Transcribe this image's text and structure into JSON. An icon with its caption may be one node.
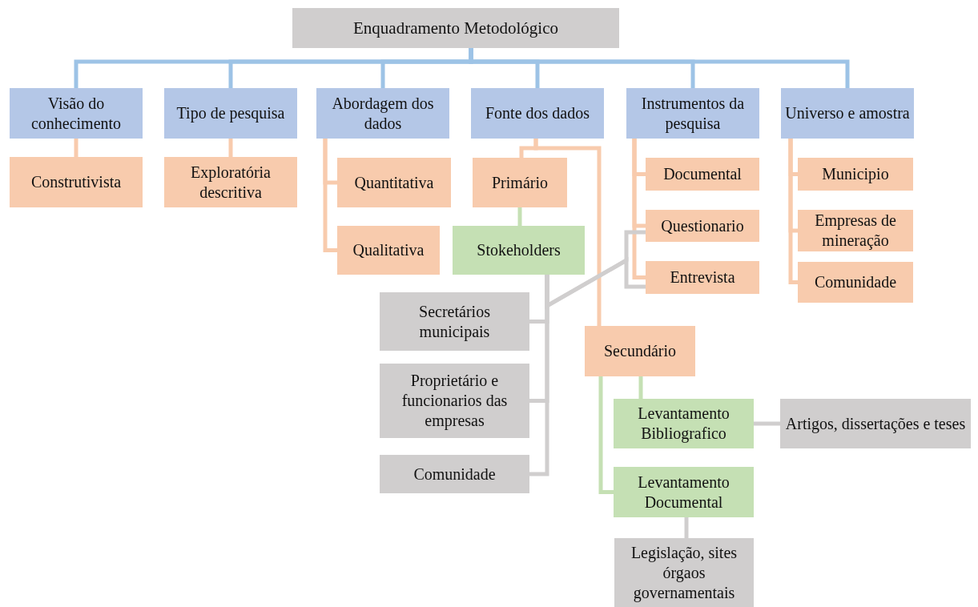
{
  "diagram": {
    "nodes": [
      {
        "text": [
          "Enquadramento Metodológico"
        ]
      },
      {
        "text": [
          "Visão do conhecimento"
        ]
      },
      {
        "text": [
          "Tipo de pesquisa"
        ]
      },
      {
        "text": [
          "Abordagem dos dados"
        ]
      },
      {
        "text": [
          "Fonte dos dados"
        ]
      },
      {
        "text": [
          "Instrumentos da pesquisa"
        ]
      },
      {
        "text": [
          "Universo e amostra"
        ]
      },
      {
        "text": [
          "Construtivista"
        ]
      },
      {
        "text": [
          "Exploratória descritiva"
        ]
      },
      {
        "text": [
          "Quantitativa"
        ]
      },
      {
        "text": [
          "Qualitativa"
        ]
      },
      {
        "text": [
          "Primário"
        ]
      },
      {
        "text": [
          "Stokeholders"
        ]
      },
      {
        "text": [
          "Documental"
        ]
      },
      {
        "text": [
          "Questionario"
        ]
      },
      {
        "text": [
          "Entrevista"
        ]
      },
      {
        "text": [
          "Municipio"
        ]
      },
      {
        "text": [
          "Empresas de mineração"
        ]
      },
      {
        "text": [
          "Comunidade"
        ]
      },
      {
        "text": [
          "Secretários municipais"
        ]
      },
      {
        "text": [
          "Proprietário e funcionarios das empresas"
        ]
      },
      {
        "text": [
          "Comunidade"
        ]
      },
      {
        "text": [
          "Secundário"
        ]
      },
      {
        "text": [
          "Levantamento Bibliografico"
        ]
      },
      {
        "text": [
          "Artigos, dissertações e teses"
        ]
      },
      {
        "text": [
          "Levantamento Documental"
        ]
      },
      {
        "text": [
          "Legislação, sites órgaos governamentais"
        ]
      }
    ],
    "edges": [
      {
        "from": 0,
        "to": 1,
        "arrow": "none",
        "color": "#9dc3e6"
      },
      {
        "from": 0,
        "to": 2,
        "arrow": "none",
        "color": "#9dc3e6"
      },
      {
        "from": 0,
        "to": 3,
        "arrow": "none",
        "color": "#9dc3e6"
      },
      {
        "from": 0,
        "to": 4,
        "arrow": "none",
        "color": "#9dc3e6"
      },
      {
        "from": 0,
        "to": 5,
        "arrow": "none",
        "color": "#9dc3e6"
      },
      {
        "from": 0,
        "to": 6,
        "arrow": "none",
        "color": "#9dc3e6"
      },
      {
        "from": 1,
        "to": 7,
        "arrow": "none"
      },
      {
        "from": 2,
        "to": 8,
        "arrow": "none"
      },
      {
        "from": 3,
        "to": 9,
        "arrow": "none"
      },
      {
        "from": 3,
        "to": 10,
        "arrow": "none"
      },
      {
        "from": 4,
        "to": 11,
        "arrow": "none"
      },
      {
        "from": 4,
        "to": 22,
        "arrow": "none"
      },
      {
        "from": 11,
        "to": 12,
        "arrow": "none",
        "color": "#c5e0b4"
      },
      {
        "from": 5,
        "to": 13,
        "arrow": "none"
      },
      {
        "from": 5,
        "to": 14,
        "arrow": "none"
      },
      {
        "from": 5,
        "to": 15,
        "arrow": "none"
      },
      {
        "from": 6,
        "to": 16,
        "arrow": "none"
      },
      {
        "from": 6,
        "to": 17,
        "arrow": "none"
      },
      {
        "from": 6,
        "to": 18,
        "arrow": "none"
      },
      {
        "from": 12,
        "to": 19,
        "arrow": "none",
        "color": "#d0cece"
      },
      {
        "from": 12,
        "to": 20,
        "arrow": "none",
        "color": "#d0cece"
      },
      {
        "from": 12,
        "to": 21,
        "arrow": "none",
        "color": "#d0cece"
      },
      {
        "from": 12,
        "to": 14,
        "arrow": "none",
        "color": "#d0cece"
      },
      {
        "from": 12,
        "to": 15,
        "arrow": "none",
        "color": "#d0cece"
      },
      {
        "from": 22,
        "to": 23,
        "arrow": "none",
        "color": "#c5e0b4"
      },
      {
        "from": 22,
        "to": 25,
        "arrow": "none",
        "color": "#c5e0b4"
      },
      {
        "from": 23,
        "to": 24,
        "arrow": "none",
        "color": "#d0cece"
      },
      {
        "from": 25,
        "to": 26,
        "arrow": "none",
        "color": "#d0cece"
      }
    ]
  }
}
